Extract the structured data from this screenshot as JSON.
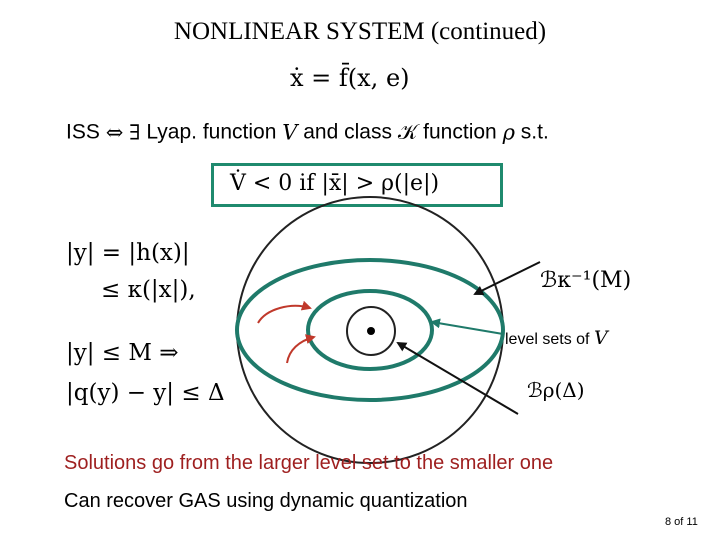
{
  "slide": {
    "title": "NONLINEAR SYSTEM (continued)",
    "main_equation": "ẋ = f̄(x, e)",
    "iss": {
      "iss_label": "ISS",
      "equiv_symbol": "⇔",
      "exists_symbol": "∃",
      "lyap_text": "Lyap. function",
      "V_symbol": "V",
      "and_class_text": "and class",
      "K_symbol": "𝒦",
      "function_text": "function",
      "rho_symbol": "ρ",
      "st_text": "s.t."
    },
    "condition": "V̇ < 0  if  |x̄| > ρ(|e|)",
    "left_equations": {
      "line1": "|y| = |h(x)|",
      "line2": "≤ κ(|x|),",
      "line3": "|y| ≤ M   ⇒",
      "line4": "|q(y) − y| ≤ Δ"
    },
    "diagram_labels": {
      "b_kappa_inv": "ℬκ⁻¹(M)",
      "level_sets_text": "level sets of",
      "level_sets_V": "V",
      "b_rho_delta": "ℬρ(Δ)"
    },
    "bottom": {
      "line1": "Solutions go from the larger level set to the smaller one",
      "line2": "Can recover GAS using dynamic quantization"
    },
    "page_number": "8 of 11"
  },
  "colors": {
    "level_set": "#1f7a6a",
    "trajectory": "#c0392b",
    "pointer": "#111111",
    "solutions_text": "#9e1f1f",
    "box": "#1f8a6e"
  }
}
